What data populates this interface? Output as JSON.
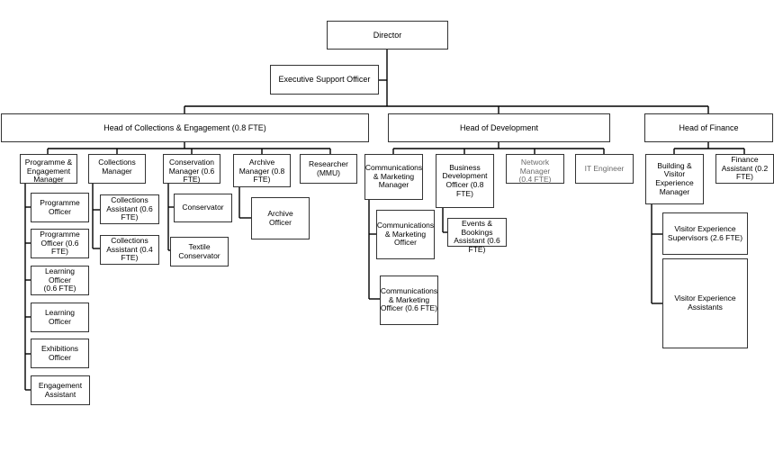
{
  "chart": {
    "director": "Director",
    "executive_support": "Executive Support Officer",
    "head_collections": "Head of Collections & Engagement (0.8 FTE)",
    "head_development": "Head of Development",
    "head_finance": "Head of Finance",
    "programme_manager": "Programme &\nEngagement\nManager",
    "collections_manager": "Collections\nManager",
    "conservation_manager": "Conservation\nManager (0.6\nFTE)",
    "archive_manager": "Archive\nManager (0.8\nFTE)",
    "researcher": "Researcher\n(MMU)",
    "programme_officer": "Programme\nOfficer",
    "programme_officer_part": "Programme\nOfficer (0.6 FTE)",
    "learning_officer_part": "Learning Officer\n(0.6 FTE)",
    "learning_officer": "Learning\nOfficer",
    "exhibitions_officer": "Exhibitions\nOfficer",
    "engagement_assistant": "Engagement\nAssistant",
    "collections_assistant_06": "Collections\nAssistant (0.6\nFTE)",
    "collections_assistant_04": "Collections\nAssistant (0.4\nFTE)",
    "conservator": "Conservator",
    "textile_conservator": "Textile\nConservator",
    "archive_officer": "Archive\nOfficer",
    "comms_manager": "Communications\n& Marketing\nManager",
    "comms_officer": "Communications\n& Marketing\nOfficer",
    "comms_officer_part": "Communications\n& Marketing\nOfficer (0.6 FTE)",
    "bd_officer": "Business\nDevelopment\nOfficer (0.8 FTE)",
    "events_assistant": "Events &\nBookings\nAssistant (0.6\nFTE)",
    "network_manager": "Network Manager\n(0.4 FTE)",
    "it_engineer": "IT Engineer",
    "building_manager": "Building & Visitor\nExperience\nManager",
    "finance_assistant": "Finance\nAssistant (0.2\nFTE)",
    "ve_supervisors": "Visitor Experience\nSupervisors (2.6 FTE)",
    "ve_assistants": "Visitor Experience\nAssistants"
  }
}
